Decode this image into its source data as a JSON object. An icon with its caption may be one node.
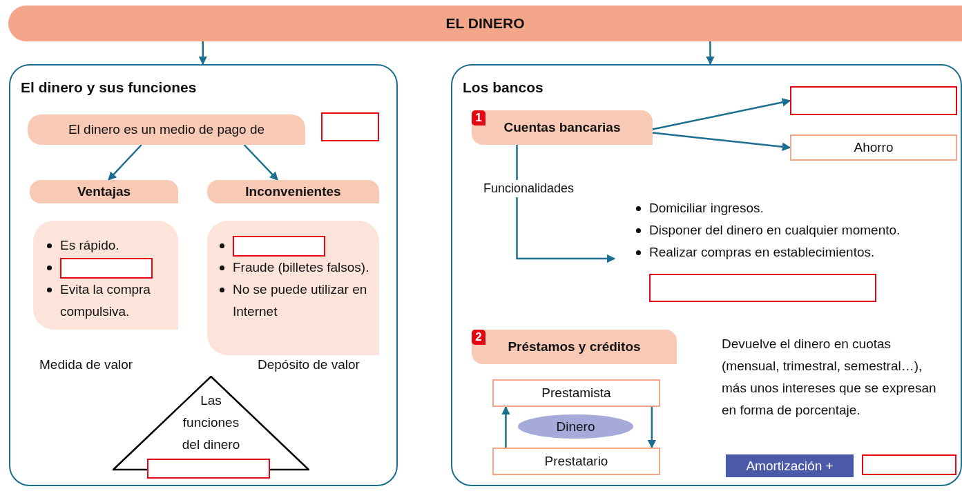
{
  "diagram": {
    "nodes": [
      {
        "text": [
          "EL DINERO"
        ]
      },
      {
        "text": [
          "El dinero y sus funciones"
        ]
      },
      {
        "text": [
          "El dinero es un medio de pago de"
        ],
        "in": 1
      },
      {
        "text": [],
        "shape": "box",
        "in": 1
      },
      {
        "text": [
          "Ventajas"
        ],
        "in": 1
      },
      {
        "text": [
          "Inconvenientes"
        ],
        "in": 1
      },
      {
        "text": [
          "Es rápido.",
          "Evita la compra compulsiva."
        ],
        "in": 1
      },
      {
        "text": [],
        "shape": "box",
        "in": 6
      },
      {
        "text": [
          "Fraude (billetes falsos).",
          "No se puede utilizar en Internet"
        ],
        "in": 1
      },
      {
        "text": [],
        "shape": "box",
        "in": 8
      },
      {
        "text": [
          "Las funciones del dinero"
        ],
        "beside": [
          "Medida de valor",
          "Depósito de valor"
        ],
        "in": 1
      },
      {
        "text": [],
        "shape": "box",
        "in": 1
      },
      {
        "text": [
          "Los bancos"
        ]
      },
      {
        "text": [
          "1",
          "Cuentas bancarias"
        ],
        "in": 12
      },
      {
        "text": [],
        "shape": "box",
        "in": 12
      },
      {
        "text": [
          "Ahorro"
        ],
        "in": 12
      },
      {
        "text": [
          "Domiciliar ingresos.",
          "Disponer del dinero en cualquier momento.",
          "Realizar compras en establecimientos."
        ],
        "in": 12
      },
      {
        "text": [],
        "shape": "box",
        "in": 12
      },
      {
        "text": [
          "2",
          "Préstamos y créditos"
        ],
        "in": 12
      },
      {
        "text": [
          "Prestamista"
        ],
        "in": 12
      },
      {
        "text": [
          "Dinero"
        ],
        "in": 12
      },
      {
        "text": [
          "Prestatario"
        ],
        "in": 12
      },
      {
        "text": [
          "Amortización +"
        ],
        "in": 12
      },
      {
        "text": [],
        "shape": "box",
        "in": 12
      }
    ],
    "edges": [
      {
        "from": 0,
        "to": 1,
        "arrow": "to"
      },
      {
        "from": 0,
        "to": 12,
        "arrow": "to"
      },
      {
        "from": 2,
        "to": 4,
        "arrow": "to"
      },
      {
        "from": 2,
        "to": 5,
        "arrow": "to"
      },
      {
        "from": 13,
        "to": 14,
        "arrow": "to"
      },
      {
        "from": 13,
        "to": 15,
        "arrow": "to"
      },
      {
        "from": 13,
        "to": 16,
        "label": "Funcionalidades",
        "arrow": "to"
      },
      {
        "from": 21,
        "to": 19,
        "arrow": "to"
      },
      {
        "from": 19,
        "to": 21,
        "arrow": "to"
      }
    ],
    "labels": [
      "Devuelve el dinero en cuotas (mensual, trimestral, semestral…), más unos intereses que se expresan en forma de porcentaje."
    ]
  }
}
